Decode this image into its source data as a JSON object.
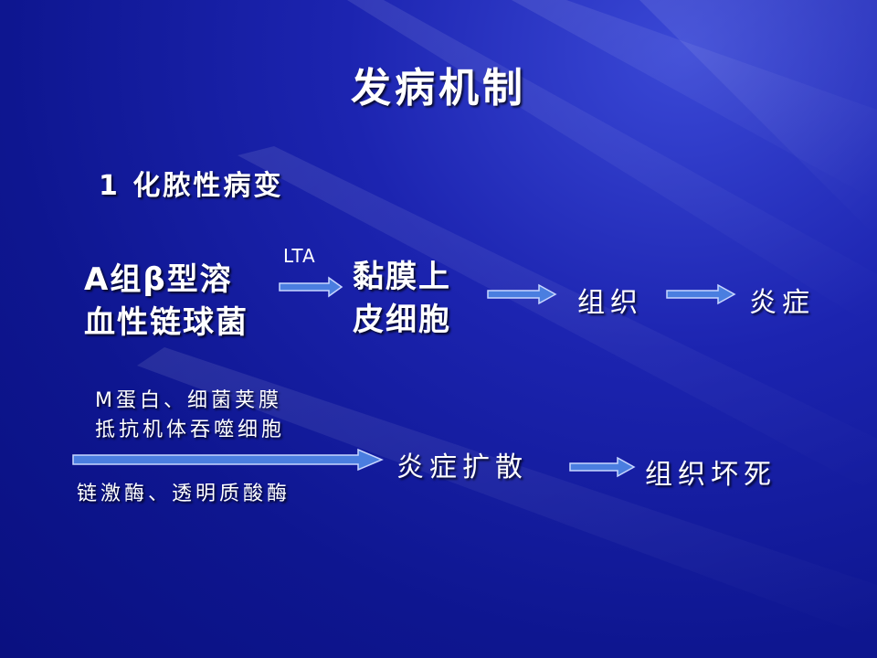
{
  "title": "发病机制",
  "heading": "1 化脓性病变",
  "row1": {
    "source_line1": "A组β型溶",
    "source_line2": "血性链球菌",
    "arrow_label": "LTA",
    "target_line1": "黏膜上",
    "target_line2": "皮细胞",
    "node_tissue": "组织",
    "node_inflammation": "炎症"
  },
  "row2": {
    "factor_line1": "M蛋白、细菌荚膜",
    "factor_line2": "抵抗机体吞噬细胞",
    "factor_line3": "链激酶、透明质酸酶",
    "node_spread": "炎症扩散",
    "node_necrosis": "组织坏死"
  },
  "colors": {
    "background": "#1a22a8",
    "text": "#ffffff",
    "arrow_fill": "#4a7ee0",
    "arrow_stroke": "#c8d6ff"
  }
}
